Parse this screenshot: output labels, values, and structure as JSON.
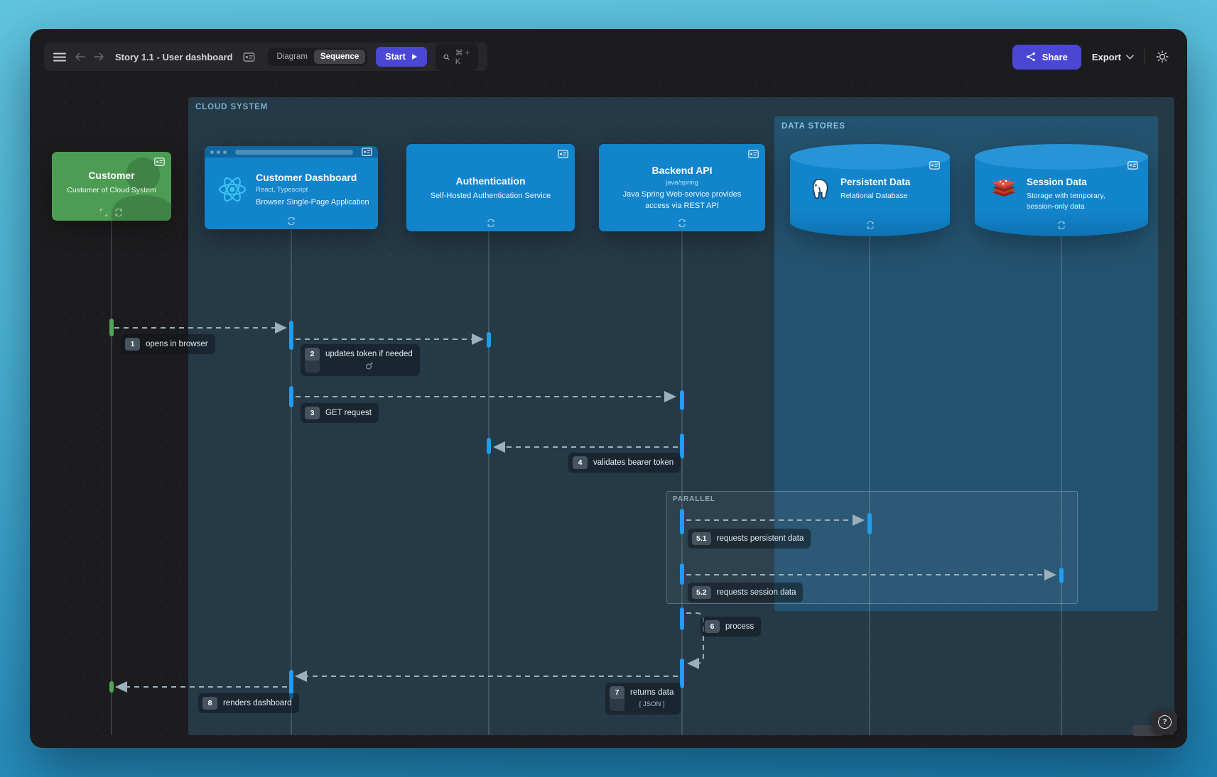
{
  "toolbar": {
    "title": "Story 1.1 - User dashboard",
    "mode_diagram": "Diagram",
    "mode_sequence": "Sequence",
    "start": "Start",
    "search_shortcut": "⌘ + K",
    "share": "Share",
    "export": "Export"
  },
  "canvas": {
    "cloud_label": "CLOUD SYSTEM",
    "datastores_label": "DATA STORES",
    "parallel_label": "PARALLEL",
    "help": "?"
  },
  "actors": {
    "customer": {
      "title": "Customer",
      "desc": "Customer of Cloud System"
    },
    "dashboard": {
      "title": "Customer Dashboard",
      "tech": "React, Typescript",
      "desc": "Browser Single-Page Application"
    },
    "auth": {
      "title": "Authentication",
      "desc": "Self-Hosted Authentication Service"
    },
    "backend": {
      "title": "Backend API",
      "tech": "java/spring",
      "desc": "Java Spring Web-service provides access via REST API"
    },
    "persistent": {
      "title": "Persistent Data",
      "desc": "Relational Database"
    },
    "session": {
      "title": "Session Data",
      "desc": "Storage with temporary, session-only data"
    }
  },
  "messages": {
    "m1": {
      "num": "1",
      "label": "opens in browser"
    },
    "m2": {
      "num": "2",
      "label": "updates token if needed"
    },
    "m3": {
      "num": "3",
      "label": "GET request"
    },
    "m4": {
      "num": "4",
      "label": "validates bearer token"
    },
    "m51": {
      "num": "5.1",
      "label": "requests persistent data"
    },
    "m52": {
      "num": "5.2",
      "label": "requests session data"
    },
    "m6": {
      "num": "6",
      "label": "process"
    },
    "m7": {
      "num": "7",
      "label": "returns data",
      "sub": "[ JSON ]"
    },
    "m8": {
      "num": "8",
      "label": "renders dashboard"
    }
  },
  "colors": {
    "accent_blue": "#1284cb",
    "accent_green": "#4d9c54",
    "activation_blue": "#1f9df0",
    "button_indigo": "#4a47d5"
  }
}
